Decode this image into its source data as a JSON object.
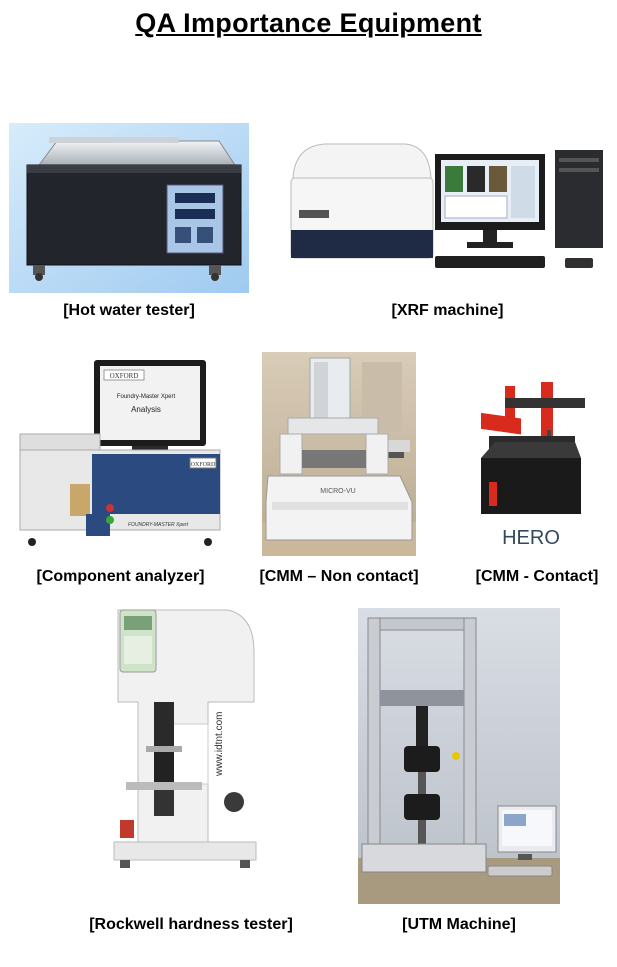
{
  "page": {
    "title": "QA Importance Equipment"
  },
  "equipment": [
    {
      "caption": "[Hot water tester]"
    },
    {
      "caption": "[XRF machine]"
    },
    {
      "caption": "[Component analyzer]",
      "screen_brand": "OXFORD",
      "screen_line2": "Foundry-Master Xpert",
      "screen_line3": "Analysis",
      "body_brand": "OXFORD",
      "body_model": "FOUNDRY-MASTER Xpert"
    },
    {
      "caption": "[CMM – Non contact]",
      "brand": "MICRO-VU"
    },
    {
      "caption": "[CMM - Contact]",
      "brand": "HERO"
    },
    {
      "caption": "[Rockwell hardness tester]",
      "side_text": "www.idtnt.com"
    },
    {
      "caption": "[UTM Machine]"
    }
  ]
}
